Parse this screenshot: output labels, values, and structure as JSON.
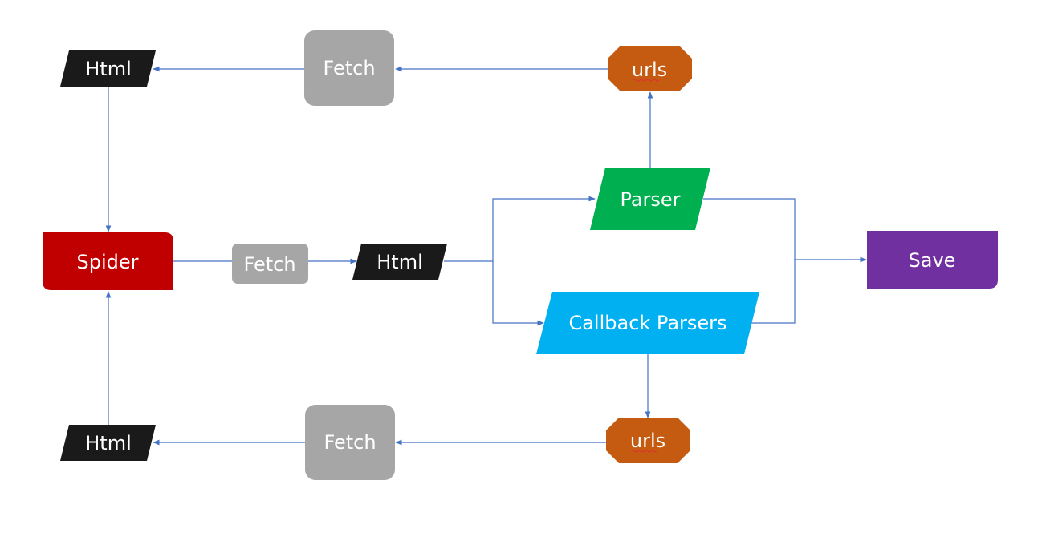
{
  "colors": {
    "connector": "#4472c4",
    "spider": "#c00000",
    "fetch": "#a6a6a6",
    "html": "#1a1a1a",
    "urls": "#c55a11",
    "parser": "#00b050",
    "callback": "#00b0f0",
    "save": "#7030a0"
  },
  "nodes": {
    "spider": "Spider",
    "fetch_mid": "Fetch",
    "html_mid": "Html",
    "parser": "Parser",
    "callback_parsers": "Callback Parsers",
    "save": "Save",
    "urls_top": "urls",
    "fetch_top": "Fetch",
    "html_top": "Html",
    "urls_bottom": "urls",
    "fetch_bottom": "Fetch",
    "html_bottom": "Html"
  }
}
